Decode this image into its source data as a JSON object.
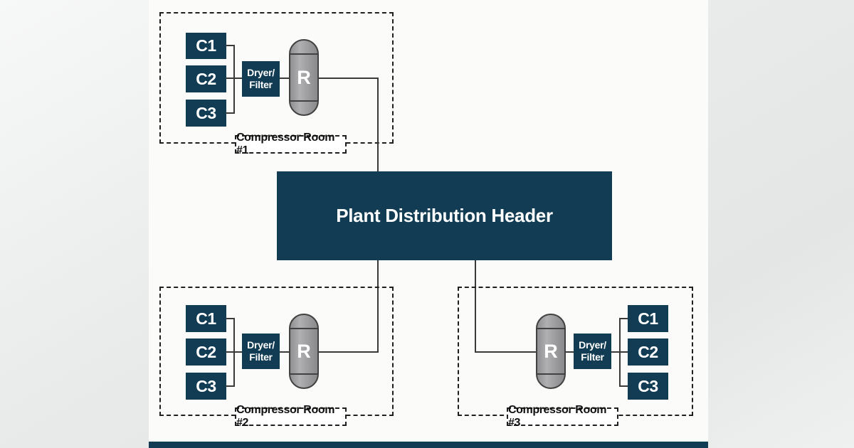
{
  "colors": {
    "navy": "#113C54",
    "line": "#3a3a3a",
    "tank-fill": "#9a999b",
    "tank-border": "#414141",
    "dash": "#1f1f1f",
    "canvas": "#fbfbfa"
  },
  "header": {
    "title": "Plant Distribution Header"
  },
  "receiver_label": "R",
  "dryer_filter": {
    "line1": "Dryer/",
    "line2": "Filter"
  },
  "rooms": [
    {
      "name": "Compressor Room #1",
      "compressors": [
        "C1",
        "C2",
        "C3"
      ]
    },
    {
      "name": "Compressor Room #2",
      "compressors": [
        "C1",
        "C2",
        "C3"
      ]
    },
    {
      "name": "Compressor Room #3",
      "compressors": [
        "C1",
        "C2",
        "C3"
      ]
    }
  ]
}
